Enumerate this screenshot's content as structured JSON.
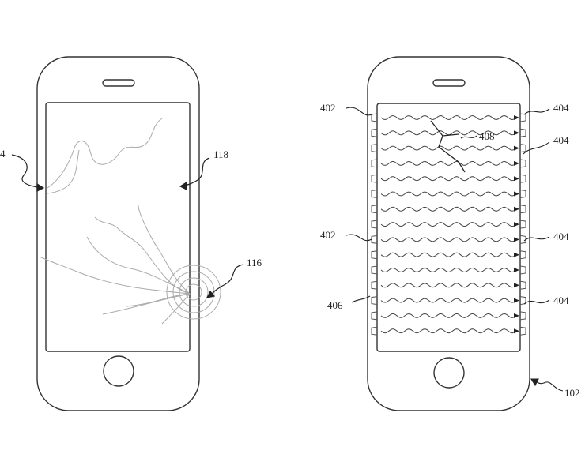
{
  "figure": {
    "left_phone": {
      "labels": {
        "edge_ref": "4",
        "screen_ref": "118",
        "impact_ref": "116"
      }
    },
    "right_phone": {
      "labels": {
        "emitter_top": "402",
        "receiver_top": "404",
        "crack": "408",
        "receiver_second": "404",
        "emitter_middle": "402",
        "receiver_middle": "404",
        "wave": "406",
        "receiver_lower": "404",
        "device": "102"
      },
      "wave_rows": 15
    }
  }
}
